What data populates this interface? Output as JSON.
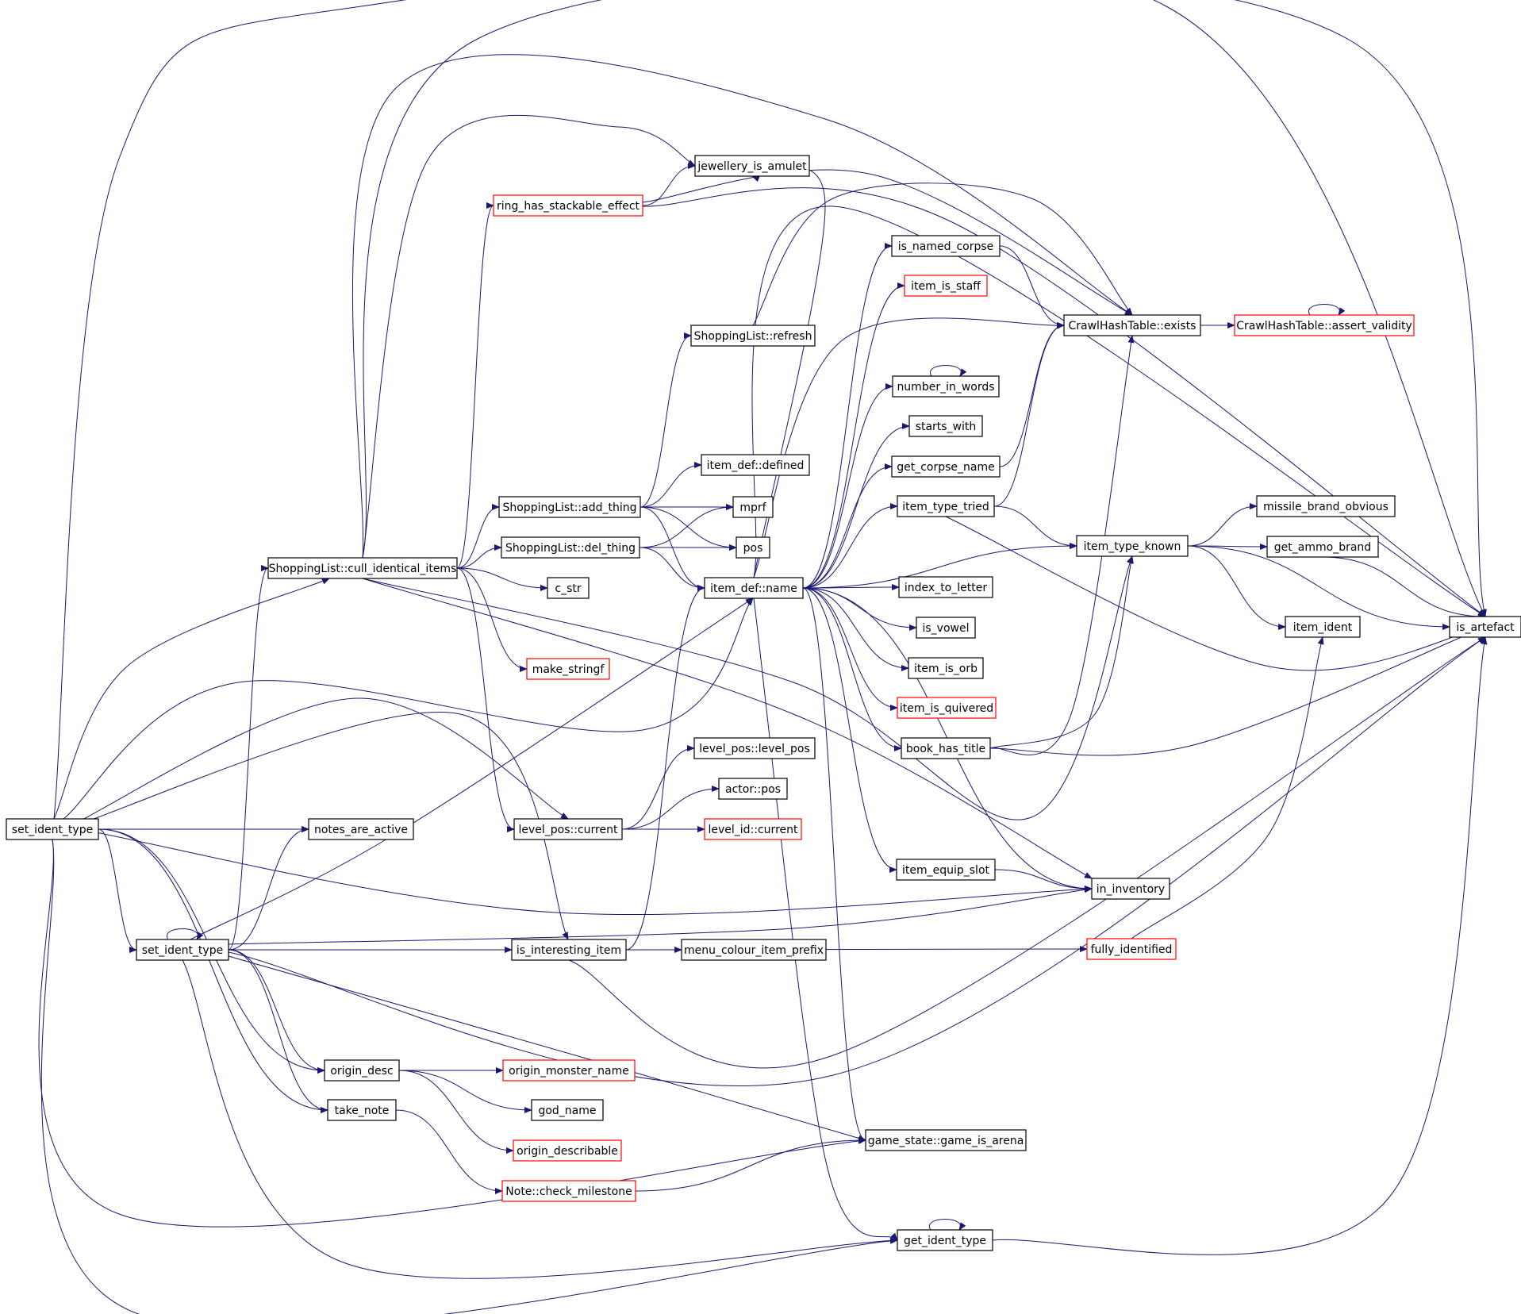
{
  "colors": {
    "edge": "#191970",
    "node_border": "#000000",
    "node_border_truncated": "#ff0000",
    "root_fill": "#bfbfbf",
    "node_fill": "#ffffff"
  },
  "nodes": [
    {
      "id": "root",
      "label": "set_ident_type",
      "root": true
    },
    {
      "id": "sit",
      "label": "set_ident_type"
    },
    {
      "id": "cull",
      "label": "ShoppingList::cull_identical_items"
    },
    {
      "id": "notes",
      "label": "notes_are_active"
    },
    {
      "id": "origin",
      "label": "origin_desc"
    },
    {
      "id": "take",
      "label": "take_note"
    },
    {
      "id": "jewel",
      "label": "jewellery_is_amulet"
    },
    {
      "id": "ring",
      "label": "ring_has_stackable_effect",
      "truncated": true
    },
    {
      "id": "refresh",
      "label": "ShoppingList::refresh"
    },
    {
      "id": "defined",
      "label": "item_def::defined"
    },
    {
      "id": "add",
      "label": "ShoppingList::add_thing"
    },
    {
      "id": "mprf",
      "label": "mprf"
    },
    {
      "id": "del",
      "label": "ShoppingList::del_thing"
    },
    {
      "id": "pos",
      "label": "pos"
    },
    {
      "id": "cstr",
      "label": "c_str"
    },
    {
      "id": "name",
      "label": "item_def::name"
    },
    {
      "id": "makes",
      "label": "make_stringf",
      "truncated": true
    },
    {
      "id": "lpl",
      "label": "level_pos::level_pos"
    },
    {
      "id": "apos",
      "label": "actor::pos"
    },
    {
      "id": "lpc",
      "label": "level_pos::current"
    },
    {
      "id": "lic",
      "label": "level_id::current",
      "truncated": true
    },
    {
      "id": "isint",
      "label": "is_interesting_item"
    },
    {
      "id": "menu",
      "label": "menu_colour_item_prefix"
    },
    {
      "id": "omn",
      "label": "origin_monster_name",
      "truncated": true
    },
    {
      "id": "god",
      "label": "god_name"
    },
    {
      "id": "odesc",
      "label": "origin_describable",
      "truncated": true
    },
    {
      "id": "check",
      "label": "Note::check_milestone",
      "truncated": true
    },
    {
      "id": "named",
      "label": "is_named_corpse"
    },
    {
      "id": "staff",
      "label": "item_is_staff",
      "truncated": true
    },
    {
      "id": "niw",
      "label": "number_in_words"
    },
    {
      "id": "starts",
      "label": "starts_with"
    },
    {
      "id": "gcn",
      "label": "get_corpse_name"
    },
    {
      "id": "itt",
      "label": "item_type_tried"
    },
    {
      "id": "itl",
      "label": "index_to_letter"
    },
    {
      "id": "vowel",
      "label": "is_vowel"
    },
    {
      "id": "orb",
      "label": "item_is_orb"
    },
    {
      "id": "quiv",
      "label": "item_is_quivered",
      "truncated": true
    },
    {
      "id": "book",
      "label": "book_has_title"
    },
    {
      "id": "equip",
      "label": "item_equip_slot"
    },
    {
      "id": "arena",
      "label": "game_state::game_is_arena"
    },
    {
      "id": "git",
      "label": "get_ident_type"
    },
    {
      "id": "exists",
      "label": "CrawlHashTable::exists"
    },
    {
      "id": "assert",
      "label": "CrawlHashTable::assert_validity",
      "truncated": true
    },
    {
      "id": "itk",
      "label": "item_type_known"
    },
    {
      "id": "inv",
      "label": "in_inventory"
    },
    {
      "id": "fully",
      "label": "fully_identified",
      "truncated": true
    },
    {
      "id": "mbo",
      "label": "missile_brand_obvious"
    },
    {
      "id": "gab",
      "label": "get_ammo_brand"
    },
    {
      "id": "ident",
      "label": "item_ident"
    },
    {
      "id": "artefact",
      "label": "is_artefact"
    }
  ],
  "edges": [
    [
      "root",
      "cull"
    ],
    [
      "root",
      "notes"
    ],
    [
      "root",
      "sit"
    ],
    [
      "root",
      "origin"
    ],
    [
      "root",
      "take"
    ],
    [
      "root",
      "name"
    ],
    [
      "root",
      "lpc"
    ],
    [
      "root",
      "isint"
    ],
    [
      "root",
      "inv"
    ],
    [
      "root",
      "arena"
    ],
    [
      "root",
      "git"
    ],
    [
      "root",
      "artefact"
    ],
    [
      "sit",
      "sit"
    ],
    [
      "sit",
      "cull"
    ],
    [
      "sit",
      "notes"
    ],
    [
      "sit",
      "name"
    ],
    [
      "sit",
      "isint"
    ],
    [
      "sit",
      "inv"
    ],
    [
      "sit",
      "origin"
    ],
    [
      "sit",
      "take"
    ],
    [
      "sit",
      "arena"
    ],
    [
      "sit",
      "git"
    ],
    [
      "sit",
      "artefact"
    ],
    [
      "cull",
      "jewel"
    ],
    [
      "cull",
      "ring"
    ],
    [
      "cull",
      "add"
    ],
    [
      "cull",
      "del"
    ],
    [
      "cull",
      "cstr"
    ],
    [
      "cull",
      "makes"
    ],
    [
      "cull",
      "lpc"
    ],
    [
      "cull",
      "itk"
    ],
    [
      "cull",
      "inv"
    ],
    [
      "cull",
      "exists"
    ],
    [
      "cull",
      "artefact"
    ],
    [
      "ring",
      "jewel"
    ],
    [
      "ring",
      "exists"
    ],
    [
      "ring",
      "artefact"
    ],
    [
      "add",
      "refresh"
    ],
    [
      "add",
      "defined"
    ],
    [
      "add",
      "mprf"
    ],
    [
      "add",
      "pos"
    ],
    [
      "add",
      "name"
    ],
    [
      "refresh",
      "exists"
    ],
    [
      "del",
      "mprf"
    ],
    [
      "del",
      "pos"
    ],
    [
      "del",
      "name"
    ],
    [
      "lpc",
      "lpl"
    ],
    [
      "lpc",
      "apos"
    ],
    [
      "lpc",
      "lic"
    ],
    [
      "isint",
      "menu"
    ],
    [
      "isint",
      "fully"
    ],
    [
      "isint",
      "name"
    ],
    [
      "isint",
      "artefact"
    ],
    [
      "origin",
      "omn"
    ],
    [
      "origin",
      "god"
    ],
    [
      "origin",
      "odesc"
    ],
    [
      "take",
      "check"
    ],
    [
      "check",
      "arena"
    ],
    [
      "name",
      "named"
    ],
    [
      "name",
      "staff"
    ],
    [
      "name",
      "exists"
    ],
    [
      "name",
      "niw"
    ],
    [
      "name",
      "starts"
    ],
    [
      "name",
      "gcn"
    ],
    [
      "name",
      "itt"
    ],
    [
      "name",
      "itk"
    ],
    [
      "name",
      "itl"
    ],
    [
      "name",
      "vowel"
    ],
    [
      "name",
      "orb"
    ],
    [
      "name",
      "quiv"
    ],
    [
      "name",
      "book"
    ],
    [
      "name",
      "equip"
    ],
    [
      "name",
      "inv"
    ],
    [
      "name",
      "arena"
    ],
    [
      "name",
      "git"
    ],
    [
      "name",
      "artefact"
    ],
    [
      "name",
      "jewel"
    ],
    [
      "named",
      "exists"
    ],
    [
      "gcn",
      "exists"
    ],
    [
      "niw",
      "niw"
    ],
    [
      "itt",
      "itk"
    ],
    [
      "itt",
      "exists"
    ],
    [
      "itt",
      "artefact"
    ],
    [
      "book",
      "exists"
    ],
    [
      "book",
      "itk"
    ],
    [
      "book",
      "artefact"
    ],
    [
      "equip",
      "inv"
    ],
    [
      "exists",
      "assert"
    ],
    [
      "assert",
      "assert"
    ],
    [
      "itk",
      "mbo"
    ],
    [
      "itk",
      "gab"
    ],
    [
      "itk",
      "ident"
    ],
    [
      "itk",
      "artefact"
    ],
    [
      "gab",
      "artefact"
    ],
    [
      "fully",
      "ident"
    ],
    [
      "git",
      "git"
    ],
    [
      "git",
      "artefact"
    ]
  ]
}
